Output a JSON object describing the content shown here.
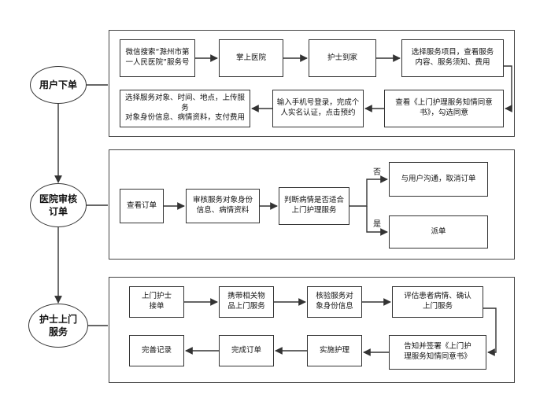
{
  "stages": {
    "user_order": "用户下单",
    "hospital_review": "医院审核\n订单",
    "nurse_visit": "护士上门\n服务"
  },
  "section1": {
    "wechat_search": "微信搜索“滁州市第\n一人民医院”服务号",
    "palm_hospital": "掌上医院",
    "nurse_home": "护士到家",
    "select_items": "选择服务项目，查看服务\n内容、服务须知、费用",
    "view_consent": "查看《上门护理服务知情同意\n书》，勾选同意",
    "phone_login": "输入手机号登录，完成个\n人实名认证，点击预约",
    "select_target": "选择服务对象、时间、地点，上传服务\n对象身份信息、病情资料，支付费用"
  },
  "section2": {
    "view_order": "查看订单",
    "review_identity": "审核服务对象身份\n信息、病情资料",
    "judge_condition": "判断病情是否适合\n上门护理服务",
    "communicate_cancel": "与用户沟通，取消订单",
    "dispatch": "派单",
    "no_label": "否",
    "yes_label": "是"
  },
  "section3": {
    "accept_order": "上门护士\n接单",
    "bring_items": "携带相关物\n品上门服务",
    "verify_identity": "核验服务对\n象身份信息",
    "assess_patient": "评估患者病情、确认\n上门服务",
    "sign_consent": "告知并签署《上门护\n理服务知情同意书》",
    "perform_care": "实施护理",
    "complete_order": "完成订单",
    "complete_record": "完善记录"
  },
  "colors": {
    "line": "#333333",
    "frame": "#444444",
    "background": "#ffffff"
  }
}
